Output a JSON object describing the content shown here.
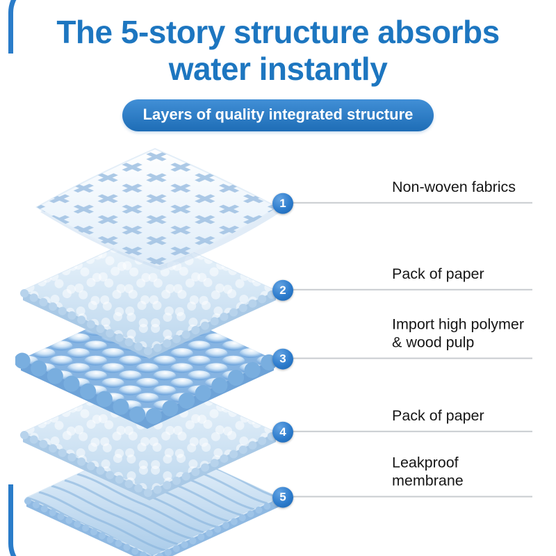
{
  "title": {
    "line1": "The 5-story structure absorbs",
    "line2": "water instantly"
  },
  "banner": {
    "label": "Layers of quality integrated structure"
  },
  "callouts": [
    {
      "num": "1",
      "label": "Non-woven fabrics"
    },
    {
      "num": "2",
      "label": "Pack of paper"
    },
    {
      "num": "3",
      "label": "Import high polymer & wood pulp"
    },
    {
      "num": "4",
      "label": "Pack of paper"
    },
    {
      "num": "5",
      "label": "Leakproof membrane"
    }
  ],
  "colors": {
    "title_text": "#1d76c0",
    "banner_bg": "#2a7cc9",
    "badge_bg": "#2d7ccd",
    "leader_line": "#c8ccd0",
    "layer_blue": "#a9cbe9",
    "frame_blue": "#2a7cc9"
  }
}
